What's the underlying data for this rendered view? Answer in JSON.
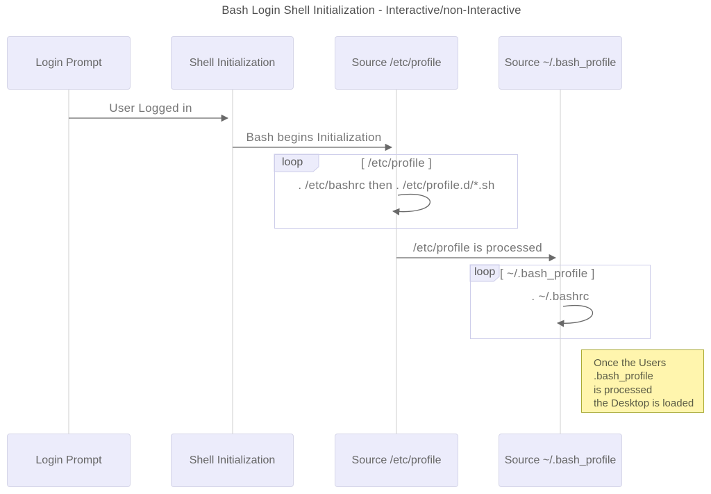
{
  "diagram": {
    "title": "Bash Login Shell Initialization - Interactive/non-Interactive",
    "actors": [
      {
        "label": "Login Prompt"
      },
      {
        "label": "Shell Initialization"
      },
      {
        "label": "Source /etc/profile"
      },
      {
        "label": "Source ~/.bash_profile"
      }
    ],
    "messages": [
      {
        "text": "User Logged in",
        "from": "Login Prompt",
        "to": "Shell Initialization"
      },
      {
        "text": "Bash begins Initialization",
        "from": "Shell Initialization",
        "to": "Source /etc/profile"
      },
      {
        "text": "/etc/profile is processed",
        "from": "Source /etc/profile",
        "to": "Source ~/.bash_profile"
      }
    ],
    "loops": [
      {
        "label": "loop",
        "condition": "[ /etc/profile ]",
        "self_message": ". /etc/bashrc then . /etc/profile.d/*.sh",
        "actor": "Source /etc/profile"
      },
      {
        "label": "loop",
        "condition": "[ ~/.bash_profile ]",
        "self_message": ". ~/.bashrc",
        "actor": "Source ~/.bash_profile"
      }
    ],
    "note": {
      "lines": [
        "Once the Users",
        ".bash_profile",
        "is processed",
        "the Desktop is loaded"
      ],
      "text": "Once the Users .bash_profile is processed the Desktop is loaded"
    },
    "colors": {
      "actor_fill": "#ECECFB",
      "actor_border": "#D5D5E8",
      "label_fill": "#ECECFB",
      "loop_border": "#CDCDEA",
      "note_fill": "#FFF5AD",
      "note_border": "#AAAA33",
      "line": "#696969",
      "lifeline": "#CFCFCF",
      "actor_text": "#666666",
      "message_text": "#767676",
      "loop_word_text": "#585858",
      "title_text": "#4E4E4E",
      "note_text": "#5B5B45"
    }
  }
}
